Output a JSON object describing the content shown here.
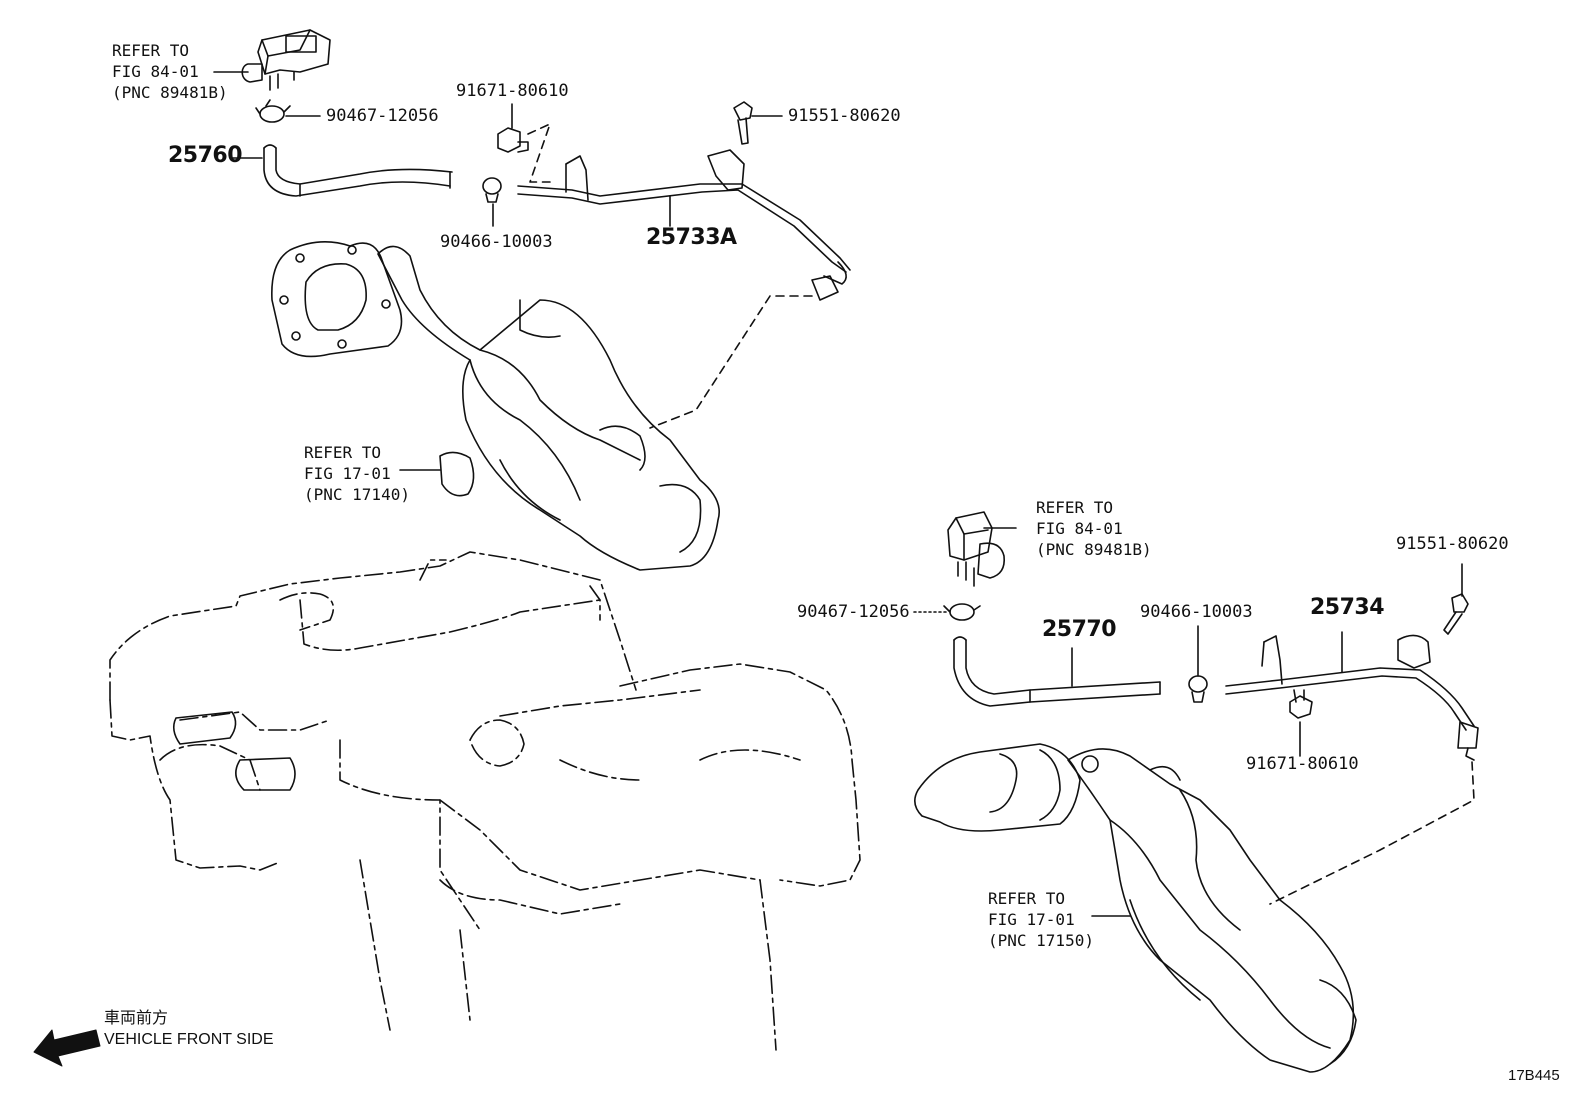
{
  "parts": {
    "p25760": "25760",
    "p25733a": "25733A",
    "p25770": "25770",
    "p25734": "25734",
    "p90467_top": "90467-12056",
    "p90467_right": "90467-12056",
    "p91671_top": "91671-80610",
    "p91671_right": "91671-80610",
    "p91551_top": "91551-80620",
    "p91551_right": "91551-80620",
    "p90466_top": "90466-10003",
    "p90466_right": "90466-10003"
  },
  "refs": {
    "sensor_top": {
      "l1": "REFER TO",
      "l2": "FIG 84-01",
      "l3": "(PNC 89481B)"
    },
    "sensor_right": {
      "l1": "REFER TO",
      "l2": "FIG 84-01",
      "l3": "(PNC 89481B)"
    },
    "manifold_top": {
      "l1": "REFER TO",
      "l2": "FIG 17-01",
      "l3": "(PNC 17140)"
    },
    "manifold_right": {
      "l1": "REFER TO",
      "l2": "FIG 17-01",
      "l3": "(PNC 17150)"
    }
  },
  "orientation": {
    "jp": "車両前方",
    "en": "VEHICLE FRONT SIDE",
    "arrow_icon": "arrow-left-icon"
  },
  "figure_code": "17B445"
}
